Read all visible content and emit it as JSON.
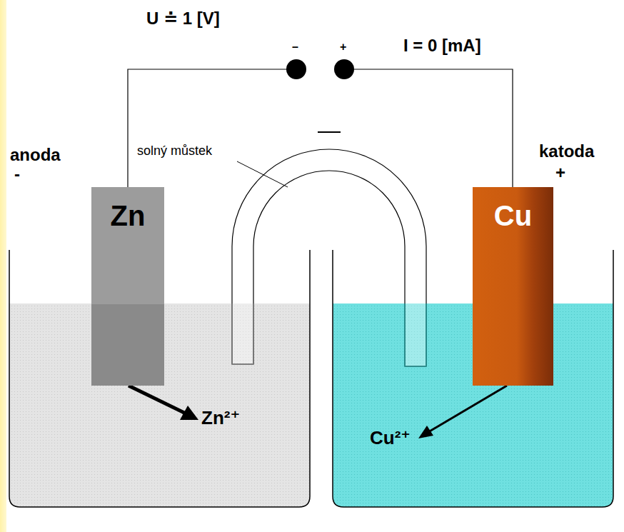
{
  "diagram": {
    "nodes": [
      {
        "text": [
          "Zn"
        ]
      },
      {
        "text": [
          "Cu"
        ]
      }
    ],
    "labels": [
      "U ≐ 1 [V]",
      "I = 0 [mA]",
      "–",
      "+",
      "anoda",
      "-",
      "katoda",
      "+",
      "solný můstek",
      "Zn²⁺",
      "Cu²⁺"
    ]
  }
}
